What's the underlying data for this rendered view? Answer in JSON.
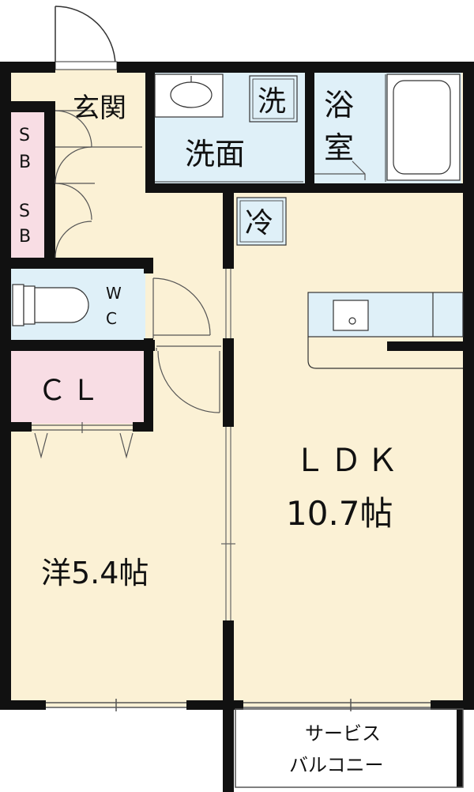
{
  "colors": {
    "floor": "#fbf1d5",
    "wet": "#dff0f8",
    "storage": "#f8dde4",
    "wall": "#111111",
    "line": "#333333"
  },
  "rooms": {
    "genkan": "玄関",
    "sb_top_1": "S",
    "sb_top_2": "B",
    "sb_bottom_1": "S",
    "sb_bottom_2": "B",
    "wc_1": "W",
    "wc_2": "C",
    "closet": "ＣＬ",
    "western_room": "洋5.4帖",
    "washroom": "洗面",
    "washer": "洗",
    "bath_1": "浴",
    "bath_2": "室",
    "fridge": "冷",
    "ldk": "ＬＤＫ",
    "ldk_size": "10.7帖",
    "balcony_1": "サービス",
    "balcony_2": "バルコニー"
  }
}
